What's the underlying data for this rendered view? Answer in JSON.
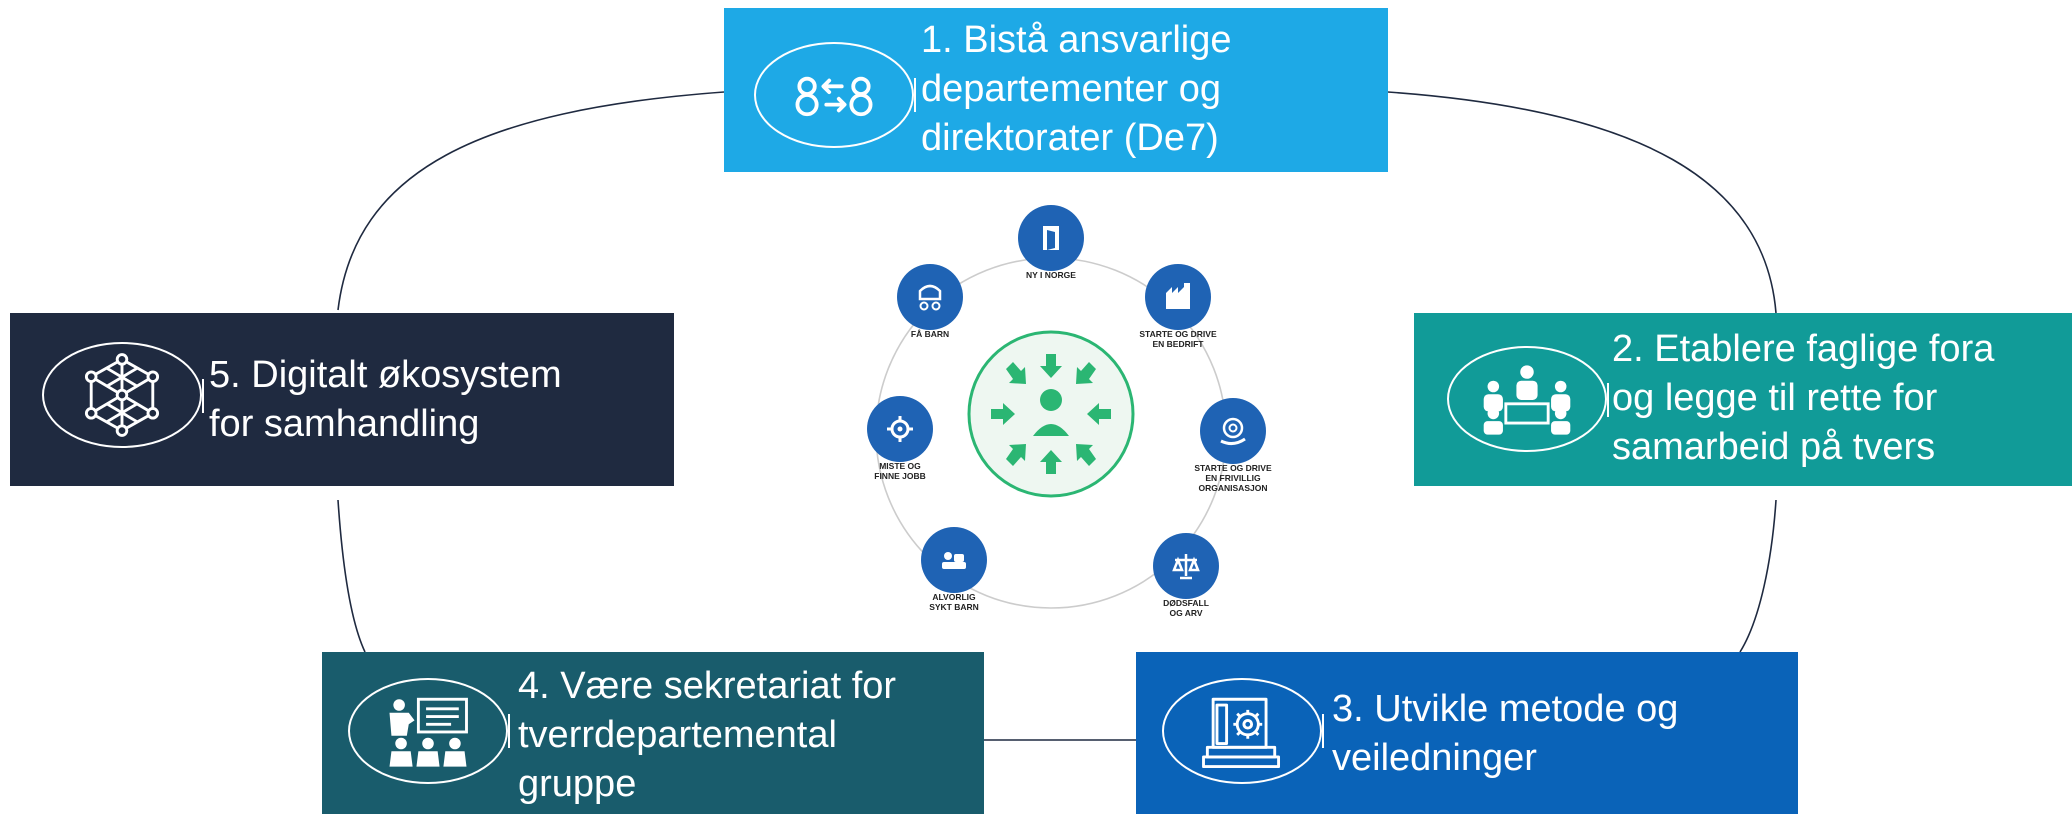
{
  "boxes": {
    "box1": {
      "lines": [
        "1. Bistå ansvarlige",
        "departementer og",
        "direktorater (De7)"
      ],
      "icon": "people-exchange-icon",
      "color": "#1ea9e6"
    },
    "box2": {
      "lines": [
        "2. Etablere faglige fora",
        "og legge til rette for",
        "samarbeid på tvers"
      ],
      "icon": "meeting-table-icon",
      "color": "#119b98"
    },
    "box3": {
      "lines": [
        "3. Utvikle metode og",
        "veiledninger"
      ],
      "icon": "books-gear-icon",
      "color": "#0a63b8"
    },
    "box4": {
      "lines": [
        "4. Være sekretariat for",
        "tverrdepartemental",
        "gruppe"
      ],
      "icon": "presentation-icon",
      "color": "#195c6c"
    },
    "box5": {
      "lines": [
        "5. Digitalt økosystem",
        "for samhandling"
      ],
      "icon": "network-cube-icon",
      "color": "#1f2a40"
    }
  },
  "life_events": [
    {
      "label": [
        "NY I NORGE"
      ],
      "icon": "door-icon"
    },
    {
      "label": [
        "STARTE OG DRIVE",
        "EN BEDRIFT"
      ],
      "icon": "factory-icon"
    },
    {
      "label": [
        "STARTE OG DRIVE",
        "EN FRIVILLIG",
        "ORGANISASJON"
      ],
      "icon": "spiral-hand-icon"
    },
    {
      "label": [
        "DØDSFALL",
        "OG ARV"
      ],
      "icon": "scales-icon"
    },
    {
      "label": [
        "ALVORLIG",
        "SYKT BARN"
      ],
      "icon": "sick-child-icon"
    },
    {
      "label": [
        "MISTE OG",
        "FINNE JOBB"
      ],
      "icon": "job-gear-icon"
    },
    {
      "label": [
        "FÅ BARN"
      ],
      "icon": "stroller-icon"
    }
  ],
  "center": {
    "icon": "person-arrows-icon",
    "accent": "#2bb673",
    "node_color": "#1f63b4"
  }
}
